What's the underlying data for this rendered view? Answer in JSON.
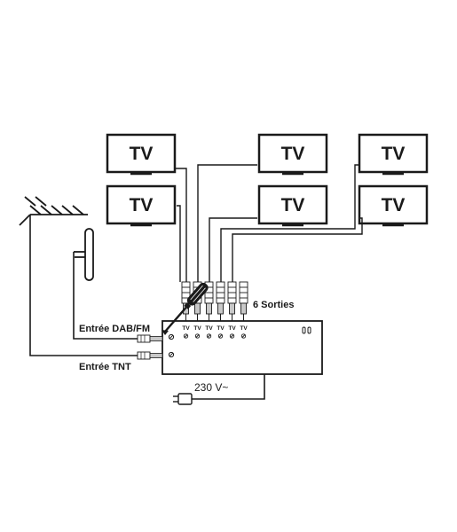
{
  "tv_label": "TV",
  "labels": {
    "outputs": "6 Sorties",
    "input_dab_fm": "Entrée DAB/FM",
    "input_tnt": "Entrée TNT",
    "power": "230 V~"
  },
  "output_port_label": "TV",
  "colors": {
    "line": "#1a1a1a",
    "connector": "#8a8a8a",
    "background": "#ffffff"
  }
}
